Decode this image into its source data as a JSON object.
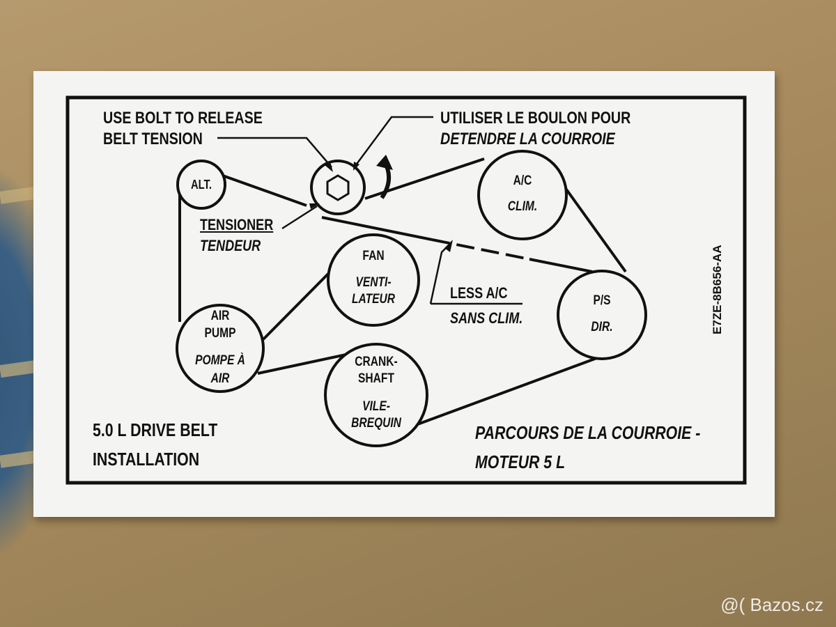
{
  "decal": {
    "bolt_note_en": [
      "USE BOLT TO RELEASE",
      "BELT TENSION"
    ],
    "bolt_note_fr": [
      "UTILISER LE BOULON POUR",
      "DETENDRE LA COURROIE"
    ],
    "tensioner_en": "TENSIONER",
    "tensioner_fr": "TENDEUR",
    "less_ac_en": "LESS A/C",
    "less_ac_fr": "SANS CLIM.",
    "title_en": [
      "5.0 L DRIVE BELT",
      "INSTALLATION"
    ],
    "title_fr": [
      "PARCOURS DE LA COURROIE -",
      "MOTEUR 5 L"
    ],
    "part_number": "E7ZE-8B656-AA",
    "pulleys": {
      "alt": [
        "ALT."
      ],
      "ac": [
        "A/C",
        "CLIM."
      ],
      "fan": [
        "FAN",
        "VENTI-",
        "LATEUR"
      ],
      "air_pump": [
        "AIR",
        "PUMP",
        "POMPE À",
        "AIR"
      ],
      "crankshaft": [
        "CRANK-",
        "SHAFT",
        "VILE-",
        "BREQUIN"
      ],
      "ps": [
        "P/S",
        "DIR."
      ]
    }
  },
  "watermark": "@( Bazos.cz"
}
